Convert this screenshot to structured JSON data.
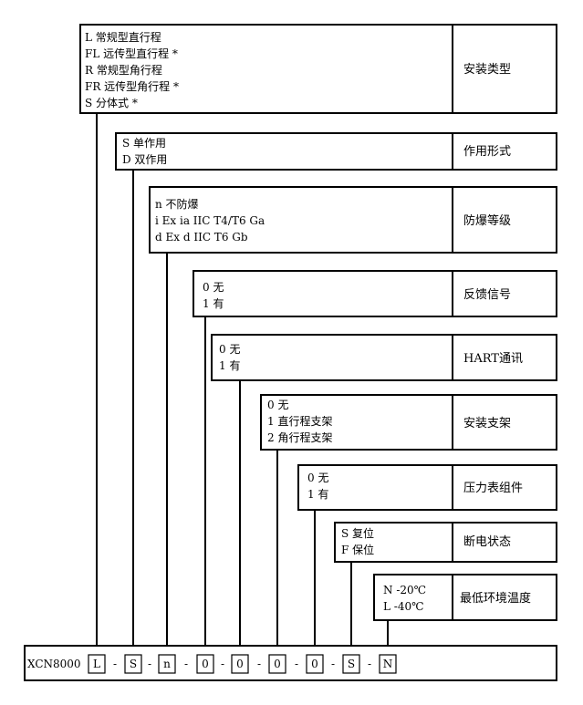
{
  "model": "XCN8000",
  "code_boxes": [
    "L",
    "S",
    "n",
    "0",
    "0",
    "0",
    "0",
    "S",
    "N"
  ],
  "separator": "-",
  "groups": [
    {
      "label": "安装类型",
      "options": [
        "L  常规型直行程",
        "FL 远传型直行程 *",
        "R  常规型角行程",
        "FR 远传型角行程 *",
        "S    分体式 *"
      ]
    },
    {
      "label": "作用形式",
      "options": [
        "S 单作用",
        "D 双作用"
      ]
    },
    {
      "label": "防爆等级",
      "options": [
        "n 不防爆",
        "i  Ex ia IIC T4/T6 Ga",
        "d  Ex d  IIC T6 Gb"
      ]
    },
    {
      "label": "反馈信号",
      "options": [
        "0 无",
        "1 有"
      ]
    },
    {
      "label": "HART通讯",
      "options": [
        "0 无",
        "1 有"
      ]
    },
    {
      "label": "安装支架",
      "options": [
        "0 无",
        "1  直行程支架",
        "2  角行程支架"
      ]
    },
    {
      "label": "压力表组件",
      "options": [
        "0 无",
        "1 有"
      ]
    },
    {
      "label": "断电状态",
      "options": [
        "S 复位",
        "F 保位"
      ]
    },
    {
      "label": "最低环境温度",
      "options": [
        "N  -20℃",
        "L   -40℃"
      ]
    }
  ]
}
